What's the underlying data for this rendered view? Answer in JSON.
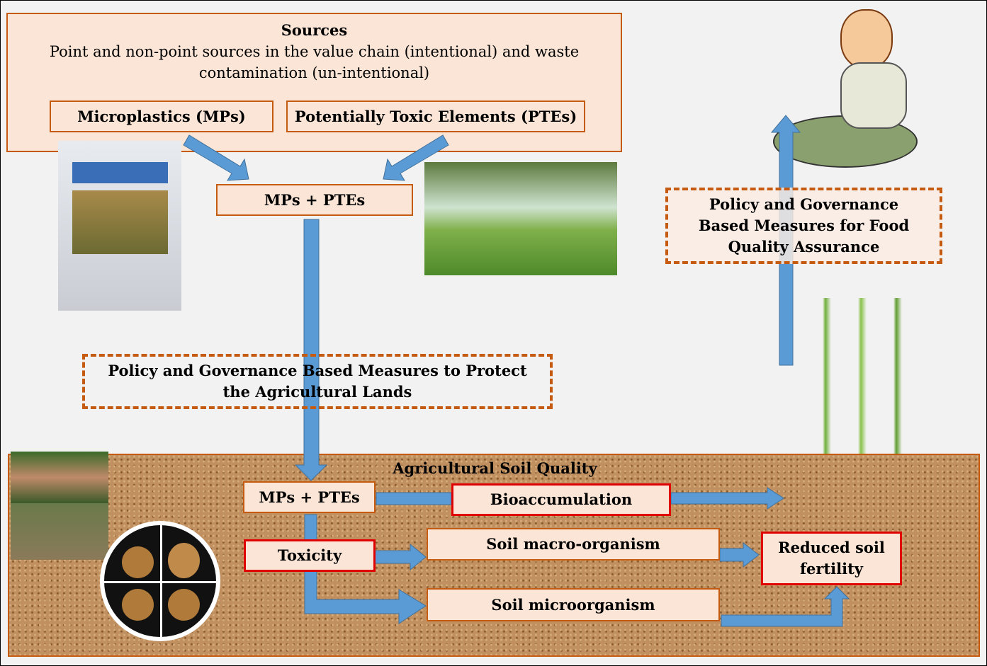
{
  "sources": {
    "title": "Sources",
    "text": "Point and non-point sources in the value chain (intentional) and waste contamination (un-intentional)",
    "microplastics": "Microplastics (MPs)",
    "ptes": "Potentially Toxic Elements (PTEs)"
  },
  "combined_top": "MPs + PTEs",
  "policy_land": "Policy and Governance Based Measures to Protect the Agricultural Lands",
  "policy_food": "Policy and Governance Based Measures for Food Quality Assurance",
  "soil": {
    "title": "Agricultural Soil Quality",
    "combined": "MPs + PTEs",
    "bioaccumulation": "Bioaccumulation",
    "toxicity": "Toxicity",
    "macro": "Soil macro-organism",
    "micro": "Soil microorganism",
    "fertility": "Reduced soil fertility"
  },
  "colors": {
    "arrow": "#5b9bd5",
    "box_fill": "#fbe5d6",
    "box_border": "#c55a11",
    "red_border": "#e00000"
  }
}
